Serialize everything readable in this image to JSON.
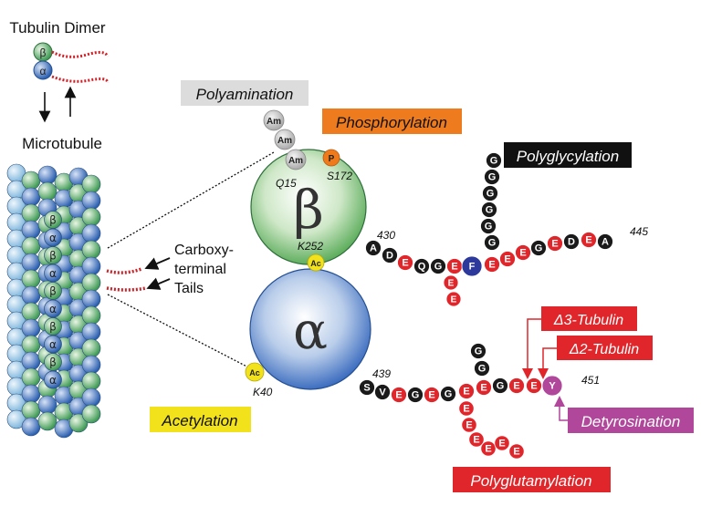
{
  "labels": {
    "tubulin_dimer": "Tubulin Dimer",
    "microtubule": "Microtubule",
    "tails_line1": "Carboxy-",
    "tails_line2": "terminal",
    "tails_line3": "Tails",
    "beta": "β",
    "alpha": "α",
    "small_beta": "β",
    "small_alpha": "α"
  },
  "modifications": {
    "polyamination": "Polyamination",
    "phosphorylation": "Phosphorylation",
    "polyglycylation": "Polyglycylation",
    "acetylation": "Acetylation",
    "delta3": "Δ3-Tubulin",
    "delta2": "Δ2-Tubulin",
    "detyrosination": "Detyrosination",
    "polyglutamylation": "Polyglutamylation"
  },
  "sites": {
    "q15": "Q15",
    "s172": "S172",
    "k252": "K252",
    "k40": "K40",
    "n430": "430",
    "n445": "445",
    "n439": "439",
    "n451": "451"
  },
  "markers": {
    "am": "Am",
    "p": "P",
    "ac": "Ac"
  },
  "beta_tail": [
    "A",
    "D",
    "E",
    "Q",
    "G",
    "E",
    "F",
    "E",
    "E",
    "E",
    "G",
    "E",
    "D",
    "E",
    "A"
  ],
  "beta_branch_glu": [
    "E",
    "E"
  ],
  "beta_branch_gly": [
    "G",
    "G",
    "G",
    "G",
    "G",
    "G"
  ],
  "alpha_tail": [
    "S",
    "V",
    "E",
    "G",
    "E",
    "G",
    "E",
    "E",
    "G",
    "E",
    "E",
    "Y"
  ],
  "alpha_branch_gly": [
    "G",
    "G"
  ],
  "alpha_branch_glu": [
    "E",
    "E",
    "E",
    "E",
    "E",
    "E"
  ],
  "lattice_labels": [
    "β",
    "α",
    "β",
    "α",
    "β",
    "α",
    "β",
    "α",
    "β",
    "α"
  ],
  "colors": {
    "glu": "#e0262a",
    "gly": "#1a1a1a",
    "phe": "#2d3a9c",
    "tyr": "#b0479a",
    "ac": "#f2e21c",
    "p": "#ee7a1c",
    "am": "#bdbdbd",
    "box_polyamination": "#dcdcdc",
    "box_phosphorylation": "#ee7b1d",
    "box_polyglycylation": "#111111",
    "box_acetylation": "#f2e21c",
    "box_red": "#e0262a",
    "box_detyrosination": "#b0479a"
  }
}
